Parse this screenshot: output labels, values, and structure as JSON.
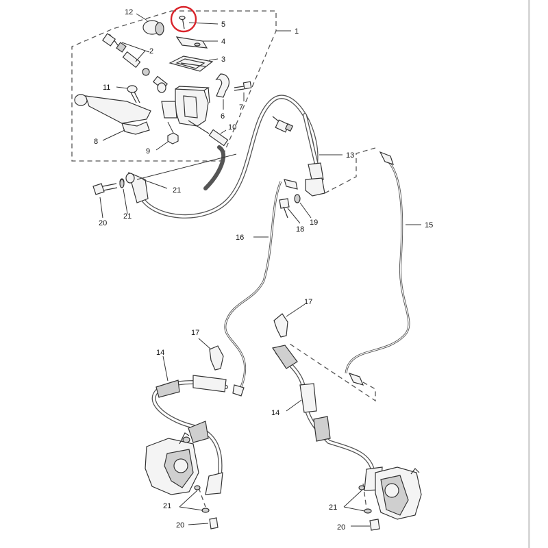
{
  "colors": {
    "highlight": "#d9242b",
    "line": "#333333",
    "hose": "#555555"
  },
  "highlight": {
    "target_part": "5"
  },
  "labels": [
    {
      "id": "1",
      "text": "1"
    },
    {
      "id": "2",
      "text": "2"
    },
    {
      "id": "3",
      "text": "3"
    },
    {
      "id": "4",
      "text": "4"
    },
    {
      "id": "5",
      "text": "5"
    },
    {
      "id": "6",
      "text": "6"
    },
    {
      "id": "7",
      "text": "7"
    },
    {
      "id": "8",
      "text": "8"
    },
    {
      "id": "9",
      "text": "9"
    },
    {
      "id": "10",
      "text": "10"
    },
    {
      "id": "11",
      "text": "11"
    },
    {
      "id": "12",
      "text": "12"
    },
    {
      "id": "13",
      "text": "13"
    },
    {
      "id": "14a",
      "text": "14"
    },
    {
      "id": "14b",
      "text": "14"
    },
    {
      "id": "15",
      "text": "15"
    },
    {
      "id": "16",
      "text": "16"
    },
    {
      "id": "17a",
      "text": "17"
    },
    {
      "id": "17b",
      "text": "17"
    },
    {
      "id": "18",
      "text": "18"
    },
    {
      "id": "19",
      "text": "19"
    },
    {
      "id": "20a",
      "text": "20"
    },
    {
      "id": "20b",
      "text": "20"
    },
    {
      "id": "20c",
      "text": "20"
    },
    {
      "id": "21a",
      "text": "21"
    },
    {
      "id": "21b",
      "text": "21"
    },
    {
      "id": "21c",
      "text": "21"
    },
    {
      "id": "21d",
      "text": "21"
    }
  ]
}
